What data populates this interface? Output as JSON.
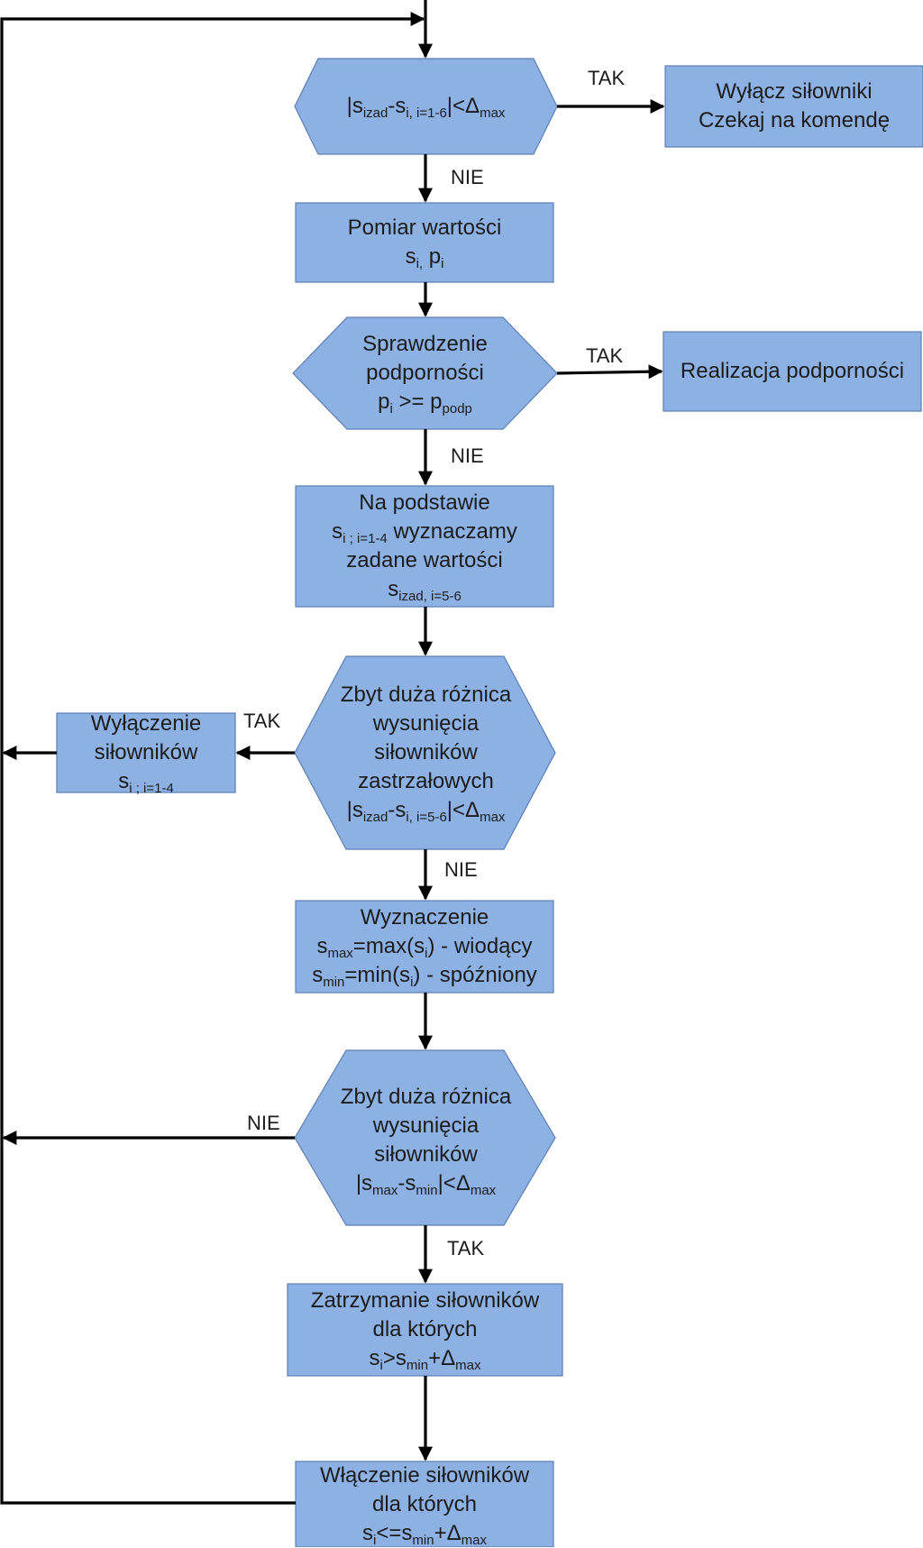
{
  "nodes": {
    "d1": {
      "sym": "s",
      "sub1": "izad",
      "mid": "-s",
      "sub2": "i, i=1-6",
      "rel": "|<Δ",
      "sub3": "max"
    },
    "off1": {
      "line1": "Wyłącz siłowniki",
      "line2": "Czekaj na komendę"
    },
    "p1": {
      "line1": "Pomiar wartości",
      "line2_a": "s",
      "line2_a_sub": "i,",
      "line2_b": " p",
      "line2_b_sub": "i"
    },
    "d2": {
      "line1": "Sprawdzenie",
      "line2": "podporności",
      "line3_a": "p",
      "line3_a_sub": "i",
      "line3_b": " >= p",
      "line3_b_sub": "podp"
    },
    "p2": {
      "line1": "Realizacja podporności"
    },
    "p3": {
      "line1": "Na podstawie",
      "line2_a": "s",
      "line2_a_sub": "i ; i=1-4",
      "line2_b": " wyznaczamy",
      "line3": "zadane wartości",
      "line4_a": "s",
      "line4_a_sub": "izad, i=5-6"
    },
    "d3": {
      "line1": "Zbyt duża różnica",
      "line2": "wysunięcia",
      "line3": "siłowników",
      "line4": "zastrzałowych",
      "line5_a": "|s",
      "line5_a_sub": "izad",
      "line5_b": "-s",
      "line5_b_sub": "i, i=5-6",
      "line5_c": "|<Δ",
      "line5_c_sub": "max"
    },
    "p4": {
      "line1": "Wyłączenie",
      "line2": "siłowników",
      "line3_a": "s",
      "line3_a_sub": "i ; i=1-4"
    },
    "p5": {
      "line1": "Wyznaczenie",
      "line2_a": "s",
      "line2_a_sub": "max",
      "line2_b": "=max(s",
      "line2_b_sub": "i",
      "line2_c": ") - wiodący",
      "line3_a": "s",
      "line3_a_sub": "min",
      "line3_b": "=min(s",
      "line3_b_sub": "i",
      "line3_c": ") - spóźniony"
    },
    "d4": {
      "line1": "Zbyt duża różnica",
      "line2": "wysunięcia",
      "line3": "siłowników",
      "line4_a": "|s",
      "line4_a_sub": "max",
      "line4_b": "-s",
      "line4_b_sub": "min",
      "line4_c": "|<Δ",
      "line4_c_sub": "max"
    },
    "p6": {
      "line1": "Zatrzymanie siłowników",
      "line2": "dla których",
      "line3_a": "s",
      "line3_a_sub": "i",
      "line3_b": ">s",
      "line3_b_sub": "min",
      "line3_c": "+Δ",
      "line3_c_sub": "max"
    },
    "p7": {
      "line1": "Włączenie siłowników",
      "line2": "dla których",
      "line3_a": "s",
      "line3_a_sub": "i",
      "line3_b": "<=s",
      "line3_b_sub": "min",
      "line3_c": "+Δ",
      "line3_c_sub": "max"
    }
  },
  "edge_labels": {
    "tak1": "TAK",
    "nie1": "NIE",
    "tak2": "TAK",
    "nie2": "NIE",
    "tak3": "TAK",
    "nie3": "NIE",
    "nie4": "NIE",
    "tak4": "TAK"
  },
  "colors": {
    "fill": "#8eb1e4",
    "stroke": "#5a7fb5",
    "line": "#000000"
  }
}
